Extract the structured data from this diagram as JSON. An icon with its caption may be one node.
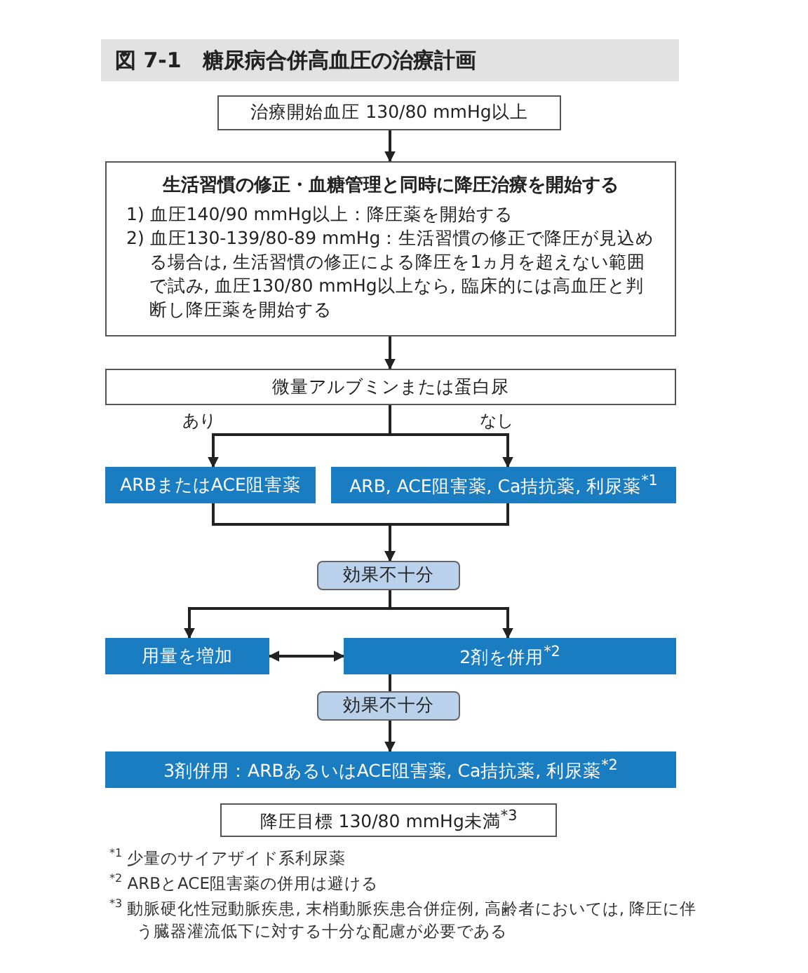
{
  "diagram": {
    "title": "図 7-1　糖尿病合併高血圧の治療計画",
    "nodes": [
      {
        "text": [
          "治療開始血圧 130/80 mmHg以上"
        ]
      },
      {
        "text": [
          "生活習慣の修正・血糖管理と同時に降圧治療を開始する",
          "1) 血圧140/90 mmHg以上：降圧薬を開始する",
          "2) 血圧130-139/80-89 mmHg：生活習慣の修正で降圧が見込める場合は, 生活習慣の修正による降圧を1ヵ月を超えない範囲で試み, 血圧130/80 mmHg以上なら, 臨床的には高血圧と判断し降圧薬を開始する"
        ]
      },
      {
        "text": [
          "微量アルブミンまたは蛋白尿"
        ]
      },
      {
        "text": [
          "ARBまたはACE阻害薬"
        ]
      },
      {
        "text": [
          "ARB, ACE阻害薬, Ca拮抗薬, 利尿薬$^{*1}$"
        ]
      },
      {
        "text": [
          "効果不十分"
        ]
      },
      {
        "text": [
          "用量を増加"
        ]
      },
      {
        "text": [
          "2剤を併用$^{*2}$"
        ]
      },
      {
        "text": [
          "効果不十分"
        ]
      },
      {
        "text": [
          "3剤併用：ARBあるいはACE阻害薬, Ca拮抗薬, 利尿薬$^{*2}$"
        ]
      },
      {
        "text": [
          "降圧目標 130/80 mmHg未満$^{*3}$"
        ]
      }
    ],
    "edges": [
      {
        "from": 0,
        "to": 1,
        "arrow": "to"
      },
      {
        "from": 1,
        "to": 2,
        "arrow": "to"
      },
      {
        "from": 2,
        "to": 3,
        "arrow": "to",
        "label": "あり"
      },
      {
        "from": 2,
        "to": 4,
        "arrow": "to",
        "label": "なし"
      },
      {
        "from": 3,
        "to": 5,
        "arrow": "to"
      },
      {
        "from": 4,
        "to": 5,
        "arrow": "to"
      },
      {
        "from": 5,
        "to": 6,
        "arrow": "to"
      },
      {
        "from": 5,
        "to": 7,
        "arrow": "to"
      },
      {
        "from": 6,
        "to": 7,
        "arrow": "both"
      },
      {
        "from": 7,
        "to": 8,
        "arrow": "none"
      },
      {
        "from": 8,
        "to": 9,
        "arrow": "to"
      }
    ],
    "labels": [
      "$^{*1}$ 少量のサイアザイド系利尿薬",
      "$^{*2}$ ARBとACE阻害薬の併用は避ける",
      "$^{*3}$ 動脈硬化性冠動脈疾患, 末梢動脈疾患合併症例, 高齢者においては, 降圧に伴う臓器灌流低下に対する十分な配慮が必要である"
    ]
  }
}
